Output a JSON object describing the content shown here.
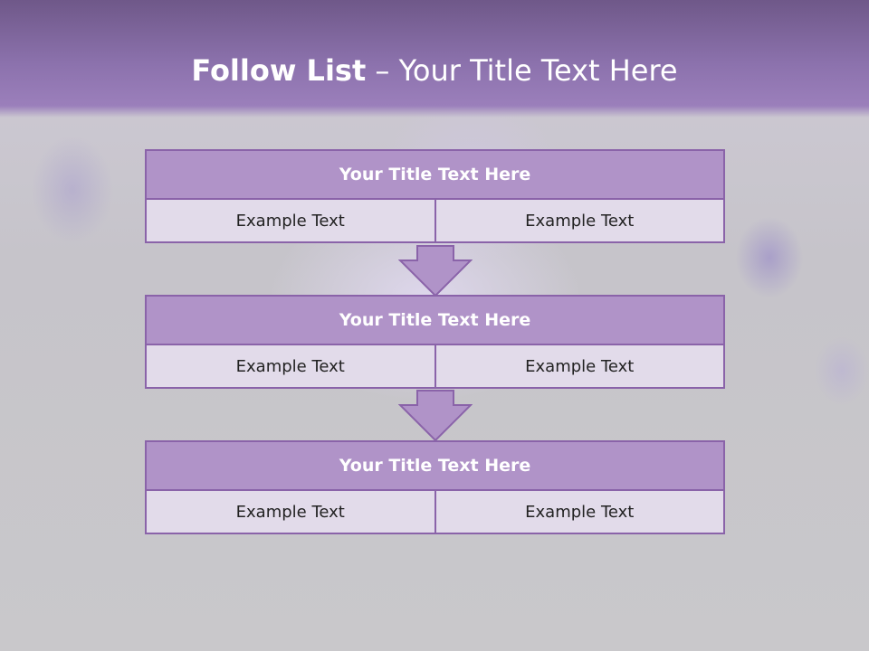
{
  "slide": {
    "title_bold": "Follow List",
    "title_rest": " – Your Title Text Here"
  },
  "blocks": [
    {
      "title": "Your Title Text Here",
      "left": "Example Text",
      "right": "Example Text"
    },
    {
      "title": "Your Title Text Here",
      "left": "Example Text",
      "right": "Example Text"
    },
    {
      "title": "Your Title Text Here",
      "left": "Example Text",
      "right": "Example Text"
    }
  ],
  "colors": {
    "header": "#8c72ad",
    "block_title": "#b093c8",
    "cell": "#e2dbea",
    "border": "#8a63a9",
    "arrow": "#b093c8"
  }
}
